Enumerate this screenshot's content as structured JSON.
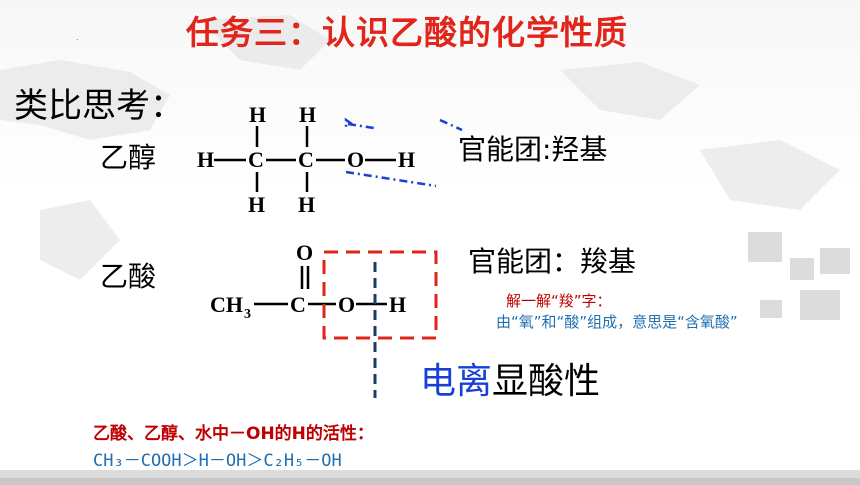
{
  "title": "任务三：认识乙酸的化学性质",
  "analogy_label": "类比思考：",
  "ethanol": {
    "name": "乙醇",
    "functional_group": "官能团:羟基",
    "atoms": {
      "h_top_left": "H",
      "h_top_right": "H",
      "h_left": "H",
      "c1": "C",
      "c2": "C",
      "o": "O",
      "h_right": "H",
      "h_bottom_left": "H",
      "h_bottom_right": "H"
    }
  },
  "acetic_acid": {
    "name": "乙酸",
    "functional_group": "官能团：羧基",
    "atoms": {
      "o_top": "O",
      "ch": "CH",
      "sub3": "3",
      "c": "C",
      "o": "O",
      "h": "H"
    }
  },
  "explanation": {
    "title": "解一解“羧”字：",
    "body": "由“氧”和“酸”组成，意思是“含氧酸”"
  },
  "ionization": {
    "highlight": "电离",
    "rest": "显酸性"
  },
  "comparison": {
    "title": "乙酸、乙醇、水中－OH的H的活性：",
    "order": "CH₃－COOH＞H－OH＞C₂H₅－OH"
  },
  "colors": {
    "title": "#e1251b",
    "red_note": "#c00000",
    "blue_note": "#1f6fb2",
    "ionize_blue": "#1640d8",
    "dash_blue": "#1a3fd6",
    "dash_red": "#e1251b",
    "dash_navy": "#1f3a68"
  }
}
